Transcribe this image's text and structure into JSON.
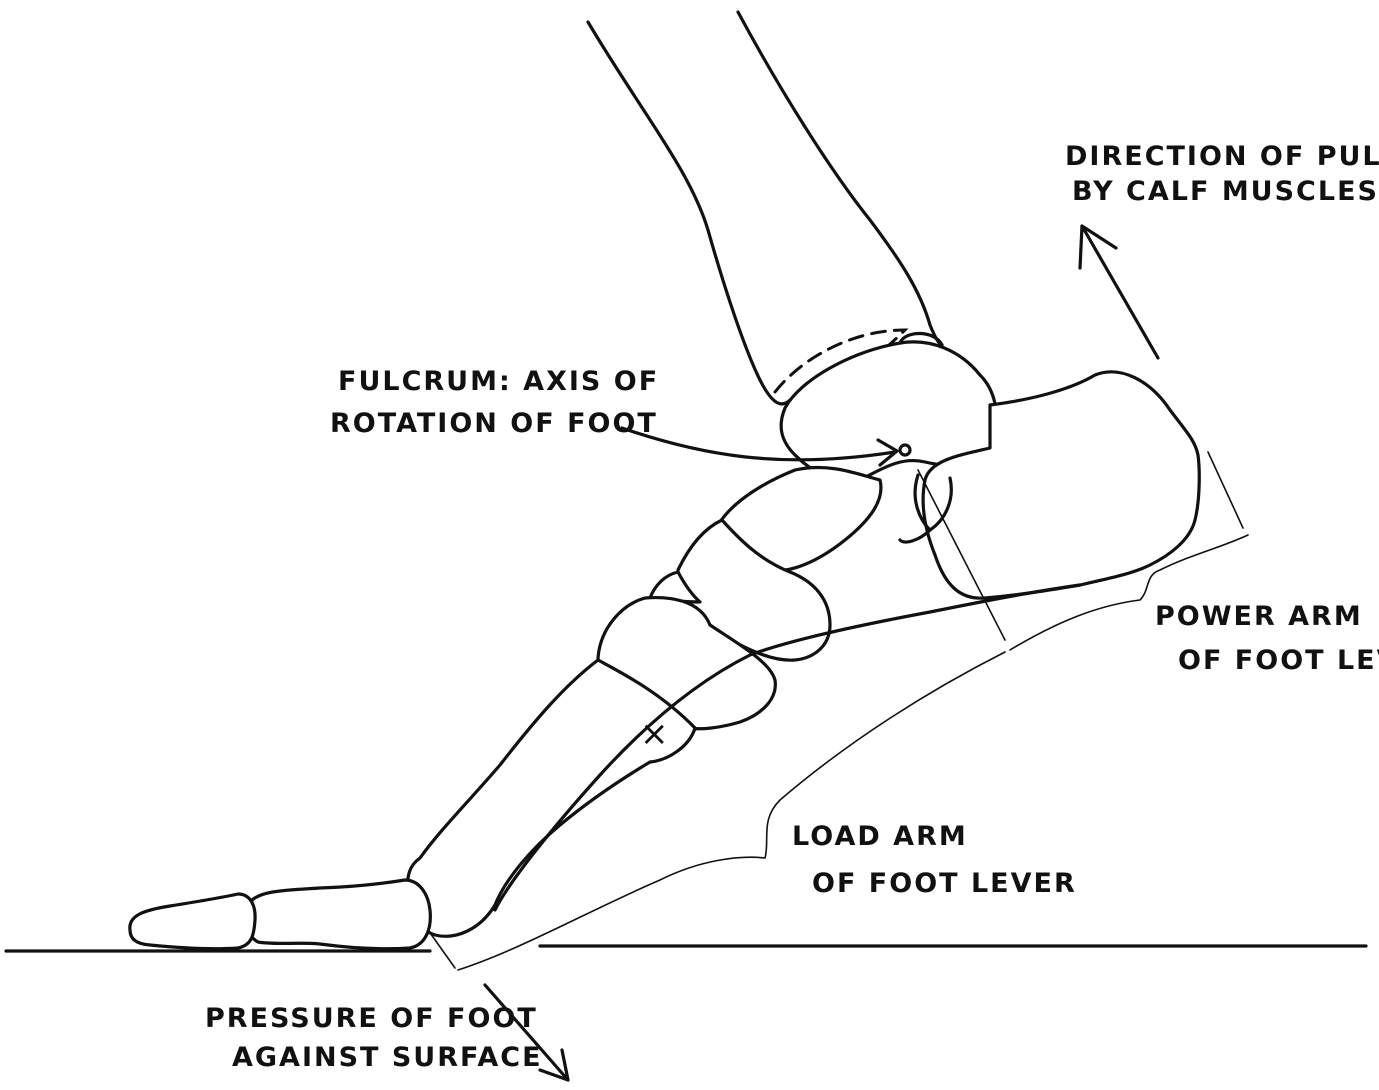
{
  "labels": {
    "pull_line1": "DIRECTION OF PULL",
    "pull_line2": "BY CALF MUSCLES",
    "fulcrum_line1": "FULCRUM: AXIS OF",
    "fulcrum_line2": "ROTATION OF FOOT",
    "power_line1": "POWER ARM",
    "power_line2": "OF FOOT LEV",
    "load_line1": "LOAD ARM",
    "load_line2": "OF FOOT LEVER",
    "pressure_line1": "PRESSURE OF FOOT",
    "pressure_line2": "AGAINST SURFACE",
    "x_mark": "×"
  }
}
